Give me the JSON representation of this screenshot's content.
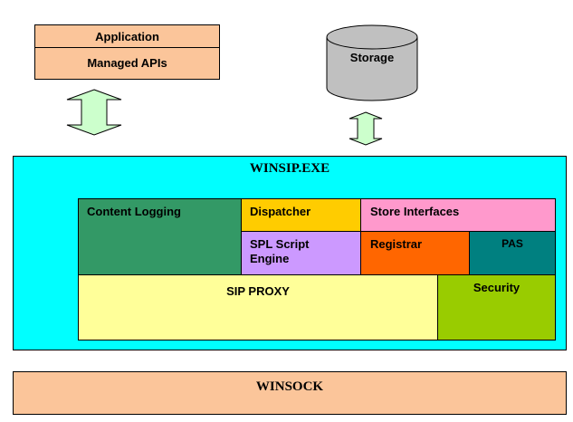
{
  "application": {
    "app_label": "Application",
    "api_label": "Managed APIs"
  },
  "storage": {
    "label": "Storage"
  },
  "winsip": {
    "title": "WINSIP.EXE",
    "content_logging": "Content Logging",
    "dispatcher": "Dispatcher",
    "store_interfaces": "Store Interfaces",
    "spl_line1": "SPL Script",
    "spl_line2": "Engine",
    "registrar": "Registrar",
    "pas": "PAS",
    "sip_proxy": "SIP PROXY",
    "security": "Security"
  },
  "winsock": {
    "label": "WINSOCK"
  },
  "colors": {
    "peach": "#fbc59a",
    "cyan": "#00ffff",
    "green": "#339966",
    "yellow": "#ffcc00",
    "pink": "#ff99cc",
    "lavender": "#cc99ff",
    "orange": "#ff6600",
    "teal": "#008080",
    "light_yellow": "#ffff99",
    "lime": "#99cc00",
    "arrow_fill": "#ccffcc",
    "storage_fill": "#c0c0c0"
  }
}
